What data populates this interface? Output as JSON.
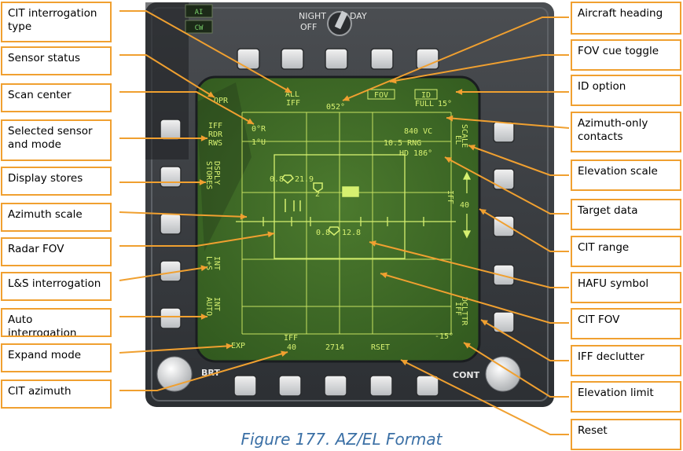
{
  "caption": "Figure 177. AZ/EL Format",
  "callouts_left": [
    "CIT interrogation type",
    "Sensor status",
    "Scan center",
    "Selected sensor and mode",
    "Display stores",
    "Azimuth scale",
    "Radar FOV",
    "L&S interrogation",
    "Auto interrogation",
    "Expand mode",
    "CIT azimuth"
  ],
  "callouts_right": [
    "Aircraft heading",
    "FOV cue toggle",
    "ID option",
    "Azimuth-only contacts",
    "Elevation scale",
    "Target data",
    "CIT range",
    "HAFU symbol",
    "CIT FOV",
    "IFF declutter",
    "Elevation limit",
    "Reset"
  ],
  "colors": {
    "accent": "#f0a030",
    "display_text": "#d6f070",
    "display_bg": "#3e6a26",
    "caption": "#3a6fa5"
  },
  "mfd": {
    "knob_labels": {
      "night": "NIGHT",
      "day": "DAY",
      "off": "OFF",
      "brt": "BRT",
      "cont": "CONT"
    },
    "indicators": {
      "ai": "AI",
      "cw": "CW"
    },
    "top": {
      "opr": "OPR",
      "all": "ALL",
      "iff": "IFF",
      "heading": "052°",
      "fov": "FOV",
      "id": "ID",
      "full": "FULL",
      "full_mark": "15°"
    },
    "left_options": {
      "iff_rdr_rws": [
        "IFF",
        "RDR",
        "RWS"
      ],
      "stores": "STORES",
      "dsply": "DSPLY",
      "lns": "L+S",
      "int": "INT",
      "auto": "AUTO",
      "int2": "INT"
    },
    "right_options": {
      "scale": "SCALE",
      "el": "EL",
      "iff": "IFF",
      "range": "40",
      "dclttr": "DCLTTR",
      "iff2": "IFF"
    },
    "scan_center": [
      "0°R",
      "1°U"
    ],
    "target_data": [
      "840 VC",
      "10.5 RNG",
      "HD 186°"
    ],
    "contact1": {
      "range": "0.8",
      "value": "21.9"
    },
    "contact2": "2",
    "contact3": {
      "range": "0.8",
      "value": "12.8"
    },
    "bottom": {
      "exp": "EXP",
      "iff": "IFF",
      "iff_az": "40",
      "code": "2714",
      "rset": "RSET",
      "el_limit": "-15°"
    }
  }
}
